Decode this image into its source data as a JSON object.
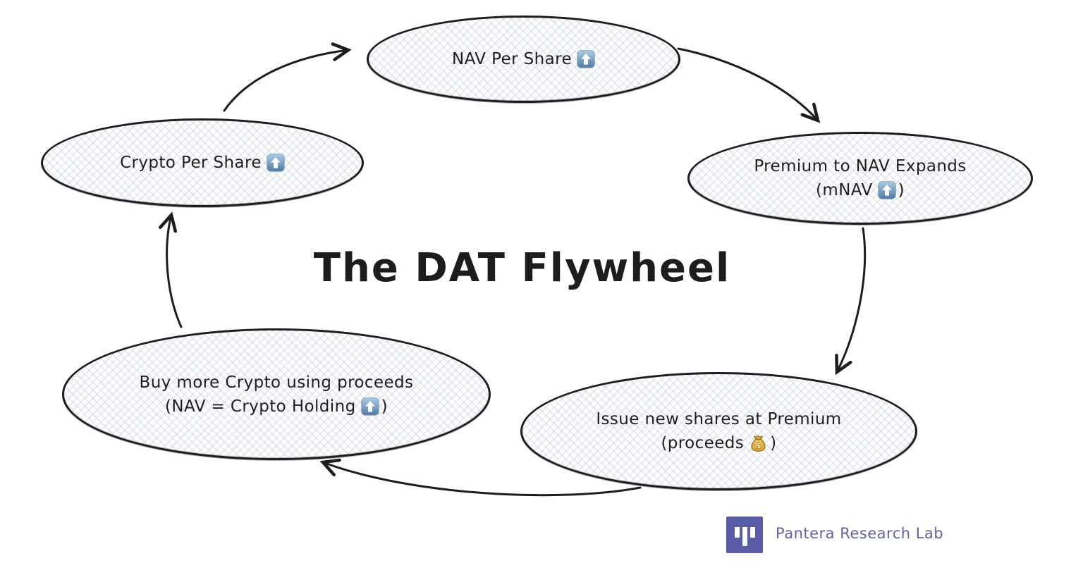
{
  "title": "The DAT Flywheel",
  "nodes": {
    "nav_per_share": {
      "line1": "NAV Per Share",
      "icon": "up-arrow-emoji"
    },
    "premium_to_nav": {
      "line1": "Premium to NAV Expands",
      "line2_prefix": "(mNAV",
      "line2_suffix": ")",
      "icon": "up-arrow-emoji"
    },
    "issue_shares": {
      "line1": "Issue new shares at Premium",
      "line2_prefix": "(proceeds",
      "line2_suffix": ")",
      "icon": "money-bag-emoji"
    },
    "buy_crypto": {
      "line1": "Buy more Crypto using proceeds",
      "line2_prefix": "(NAV = Crypto Holding",
      "line2_suffix": ")",
      "icon": "up-arrow-emoji"
    },
    "crypto_per_share": {
      "line1": "Crypto Per Share",
      "icon": "up-arrow-emoji"
    }
  },
  "footer": {
    "brand": "Pantera Research Lab"
  },
  "colors": {
    "stroke": "#1d1d1d",
    "hatch_fill": "#cbd3e2",
    "brand_purple": "#585ca6",
    "brand_text_purple": "#5d63ad",
    "emoji_blue_top": "#aecbe3",
    "emoji_blue_bottom": "#4d79a4",
    "money_bag_gold": "#e2a93c"
  }
}
